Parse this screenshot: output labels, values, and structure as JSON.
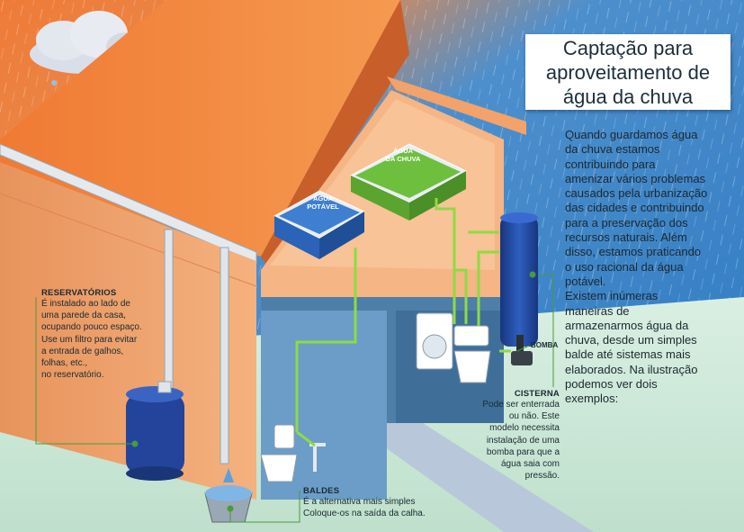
{
  "title": {
    "lines": [
      "Captação para",
      "aproveitamento de",
      "água da chuva"
    ]
  },
  "intro": {
    "lines": [
      "Quando guardamos água",
      "da chuva estamos",
      "contribuindo para",
      "amenizar vários problemas",
      "causados pela urbanização",
      "das cidades e contribuindo",
      "para a preservação dos",
      "recursos naturais. Além",
      "disso, estamos praticando",
      "o uso racional da água",
      "potável.",
      "Existem inúmeras",
      "maneiras de",
      "armazenarmos água da",
      "chuva, desde um simples",
      "balde até sistemas mais",
      "elaborados. Na ilustração",
      "podemos ver dois",
      "exemplos:"
    ]
  },
  "annotations": {
    "reservatorios": {
      "title": "RESERVATÓRIOS",
      "lines": [
        "É instalado ao lado de",
        "uma parede da casa,",
        "ocupando pouco espaço.",
        "Use um filtro para evitar",
        "a entrada de galhos,",
        "folhas, etc.,",
        "no reservatório."
      ]
    },
    "cisterna": {
      "title": "CISTERNA",
      "lines": [
        "Pode ser enterrada",
        "ou não. Este",
        "modelo necessita",
        "instalação de uma",
        "bomba para que a",
        "água saia com",
        "pressão."
      ]
    },
    "baldes": {
      "title": "BALDES",
      "lines": [
        "É a alternativa mais simples",
        "Coloque-os na saída da calha."
      ]
    },
    "bomba": {
      "title": "BOMBA"
    }
  },
  "tanks": {
    "potavel": [
      "ÁGUA",
      "POTÁVEL"
    ],
    "chuva": [
      "ÁGUA",
      "DA CHUVA"
    ]
  },
  "colors": {
    "sky_blue": "#2f7fc4",
    "roof_orange": "#e8733a",
    "wall_orange": "#f3a36b",
    "ground_green": "#cfe8d8",
    "rain_water_green": "#6fbf3f",
    "potable_water_blue": "#2a63b8",
    "pipe_green": "#7fd13b",
    "leader_line_green": "#4a9a3a"
  }
}
